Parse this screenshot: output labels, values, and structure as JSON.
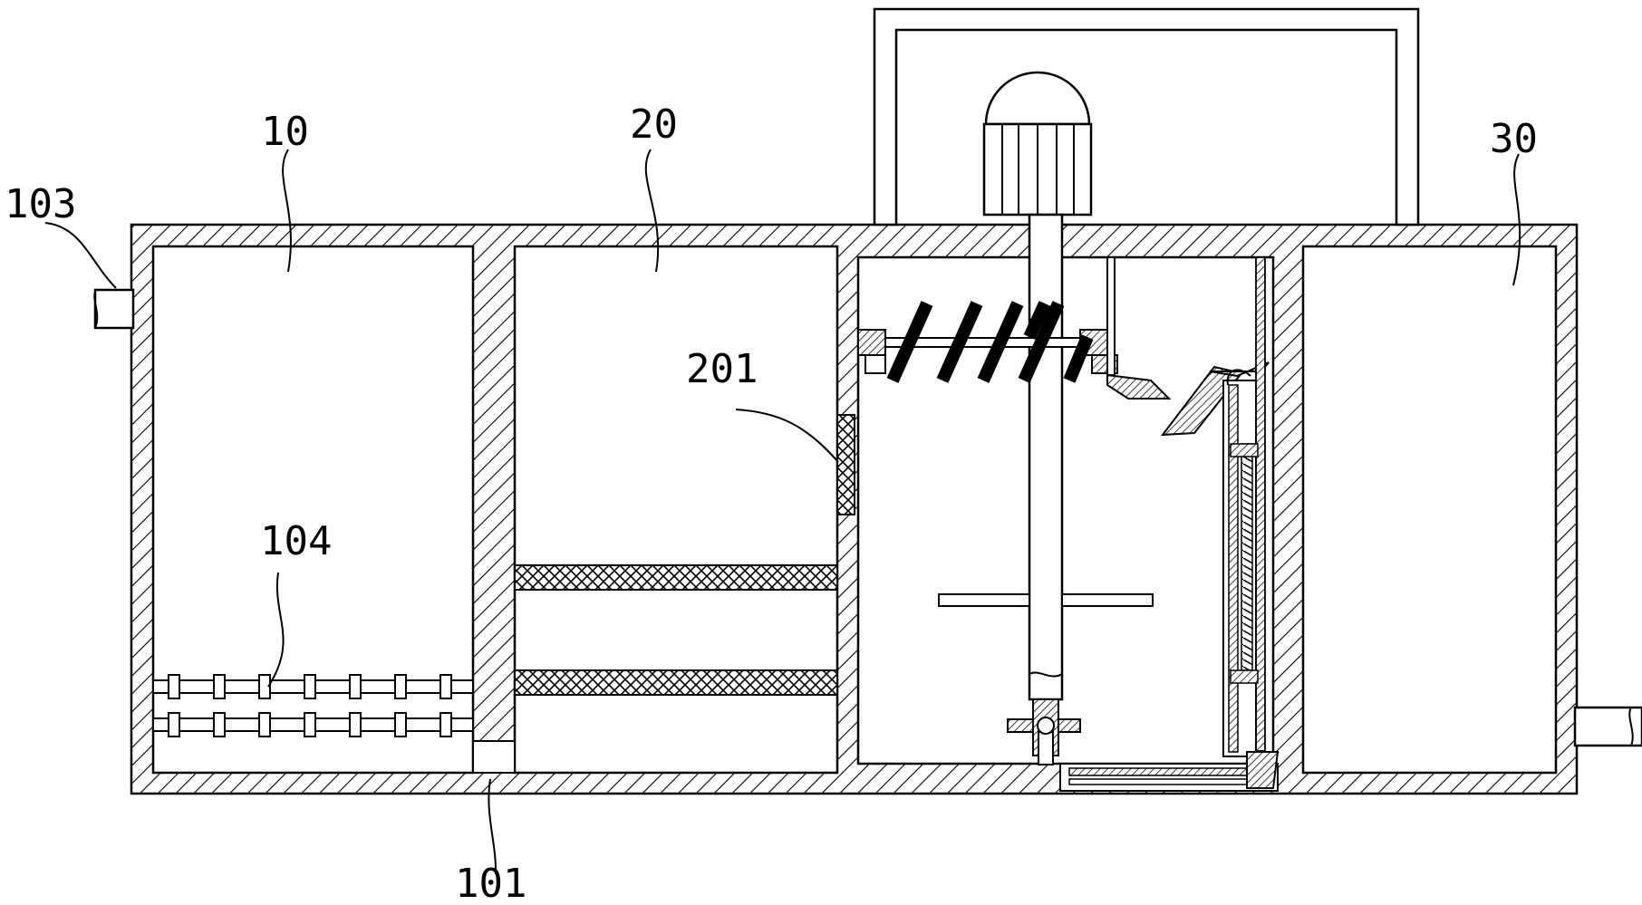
{
  "labels": {
    "tank_10": "10",
    "tank_20": "20",
    "tank_30": "30",
    "inlet_103": "103",
    "aerator_104": "104",
    "passage_101": "101",
    "filter_201": "201"
  },
  "colors": {
    "line": "#000000",
    "background": "#ffffff",
    "hatch": "#000000"
  },
  "icons": {
    "motor": "motor-icon",
    "stirrer": "stirring-blade-icon"
  }
}
